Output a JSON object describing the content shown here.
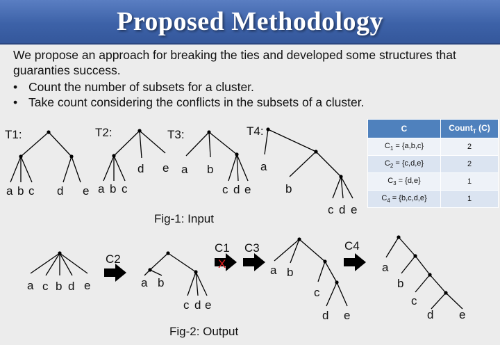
{
  "title": "Proposed Methodology",
  "intro": "We propose an approach for breaking the ties and developed some structures that guaranties success.",
  "bullets": [
    "Count the number of subsets for a cluster.",
    "Take count considering the conflicts in the subsets of a cluster."
  ],
  "trees": {
    "t1": {
      "label": "T1:",
      "leaves": [
        "a",
        "b",
        "c",
        "d",
        "e"
      ]
    },
    "t2": {
      "label": "T2:",
      "leaves": [
        "a",
        "b",
        "c",
        "d",
        "e"
      ]
    },
    "t3": {
      "label": "T3:",
      "leaves": [
        "a",
        "b",
        "c",
        "d",
        "e"
      ]
    },
    "t4": {
      "label": "T4:",
      "leaves": [
        "a",
        "b",
        "c",
        "d",
        "e"
      ]
    },
    "out1": {
      "leaves": [
        "a",
        "c",
        "b",
        "d",
        "e"
      ]
    },
    "out2": {
      "leaves": [
        "a",
        "b",
        "c",
        "d",
        "e"
      ]
    },
    "out3": {
      "leaves": [
        "a",
        "b",
        "c",
        "d",
        "e"
      ]
    },
    "out4": {
      "leaves": [
        "a",
        "b",
        "c",
        "d",
        "e"
      ]
    }
  },
  "fig1_caption": "Fig-1: Input",
  "fig2_caption": "Fig-2: Output",
  "steps": [
    "C2",
    "C1",
    "C3",
    "C4"
  ],
  "rejected_mark": "X",
  "table": {
    "header": [
      "C",
      "Count",
      "T",
      "(C)"
    ],
    "rows": [
      {
        "c": "C",
        "sub": "1",
        "set": " = {a,b,c}",
        "count": "2"
      },
      {
        "c": "C",
        "sub": "2",
        "set": " = {c,d,e}",
        "count": "2"
      },
      {
        "c": "C",
        "sub": "3",
        "set": " = {d,e}",
        "count": "1"
      },
      {
        "c": "C",
        "sub": "4",
        "set": " = {b,c,d,e}",
        "count": "1"
      }
    ]
  },
  "colors": {
    "banner": "#3d62a8",
    "table_header": "#4f81bd",
    "reject": "#e02020"
  }
}
